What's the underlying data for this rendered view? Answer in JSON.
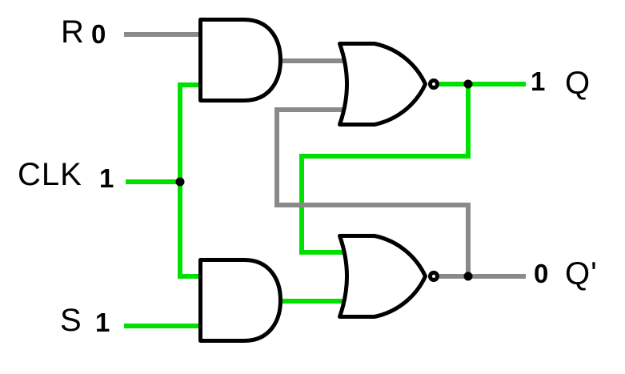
{
  "title": "Clocked SR latch built from two AND gates and two cross-coupled NOR gates",
  "colors": {
    "high": "#00e000",
    "low": "#8a8a8a",
    "gate": "#000000",
    "background": "#ffffff"
  },
  "inputs": [
    {
      "id": "R",
      "label": "R",
      "value": "0",
      "state": "low"
    },
    {
      "id": "CLK",
      "label": "CLK",
      "value": "1",
      "state": "high"
    },
    {
      "id": "S",
      "label": "S",
      "value": "1",
      "state": "high"
    }
  ],
  "outputs": [
    {
      "id": "Q",
      "label": "Q",
      "value": "1",
      "state": "high"
    },
    {
      "id": "Qn",
      "label": "Q'",
      "value": "0",
      "state": "low"
    }
  ],
  "gates": [
    {
      "id": "and1",
      "type": "AND",
      "inputs": [
        "R",
        "CLK"
      ],
      "output_state": "low"
    },
    {
      "id": "and2",
      "type": "AND",
      "inputs": [
        "CLK",
        "S"
      ],
      "output_state": "high"
    },
    {
      "id": "nor1",
      "type": "NOR",
      "inputs": [
        "and1",
        "Q'"
      ],
      "output": "Q",
      "output_state": "high"
    },
    {
      "id": "nor2",
      "type": "NOR",
      "inputs": [
        "Q",
        "and2"
      ],
      "output": "Q'",
      "output_state": "low"
    }
  ]
}
